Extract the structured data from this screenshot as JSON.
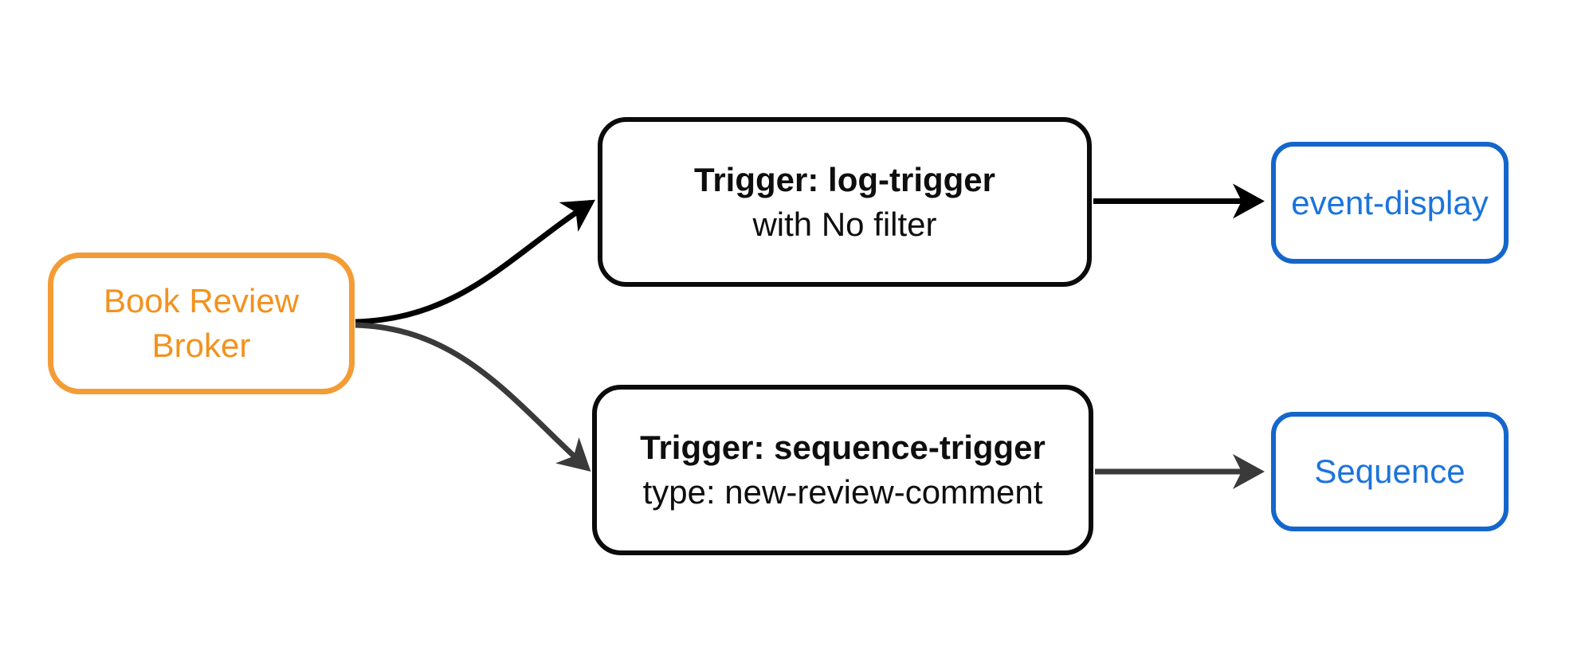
{
  "canvas": {
    "background": "#FFFFFF"
  },
  "nodes": {
    "broker": {
      "label": "Book Review Broker",
      "border_color": "#F39C35",
      "text_color": "#F2921E"
    },
    "log_trigger": {
      "title": "Trigger: log-trigger",
      "subtitle": "with No filter",
      "border_color": "#0B0B0B",
      "text_color": "#0E0E0E"
    },
    "sequence_trigger": {
      "title": "Trigger: sequence-trigger",
      "subtitle": "type: new-review-comment",
      "border_color": "#0B0B0B",
      "text_color": "#0E0E0E"
    },
    "event_display": {
      "label": "event-display",
      "border_color": "#1566CB",
      "text_color": "#1B74DC"
    },
    "sequence": {
      "label": "Sequence",
      "border_color": "#1566CB",
      "text_color": "#1B74DC"
    }
  },
  "edges": [
    {
      "from": "Book Review Broker",
      "to": "Trigger: log-trigger",
      "color": "#000000"
    },
    {
      "from": "Book Review Broker",
      "to": "Trigger: sequence-trigger",
      "color": "#3A3A3A"
    },
    {
      "from": "Trigger: log-trigger",
      "to": "event-display",
      "color": "#000000"
    },
    {
      "from": "Trigger: sequence-trigger",
      "to": "Sequence",
      "color": "#3A3A3A"
    }
  ]
}
